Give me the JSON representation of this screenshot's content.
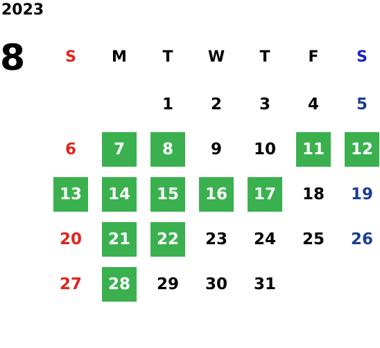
{
  "calendar": {
    "year": "2023",
    "month": "8",
    "weekdays": [
      "S",
      "M",
      "T",
      "W",
      "T",
      "F",
      "S"
    ],
    "weeks": [
      [
        {
          "day": ""
        },
        {
          "day": ""
        },
        {
          "day": "1"
        },
        {
          "day": "2"
        },
        {
          "day": "3"
        },
        {
          "day": "4"
        },
        {
          "day": "5"
        }
      ],
      [
        {
          "day": "6"
        },
        {
          "day": "7",
          "highlighted": true
        },
        {
          "day": "8",
          "highlighted": true
        },
        {
          "day": "9"
        },
        {
          "day": "10"
        },
        {
          "day": "11",
          "highlighted": true
        },
        {
          "day": "12",
          "highlighted": true
        }
      ],
      [
        {
          "day": "13",
          "highlighted": true
        },
        {
          "day": "14",
          "highlighted": true
        },
        {
          "day": "15",
          "highlighted": true
        },
        {
          "day": "16",
          "highlighted": true
        },
        {
          "day": "17",
          "highlighted": true
        },
        {
          "day": "18"
        },
        {
          "day": "19"
        }
      ],
      [
        {
          "day": "20"
        },
        {
          "day": "21",
          "highlighted": true
        },
        {
          "day": "22",
          "highlighted": true
        },
        {
          "day": "23"
        },
        {
          "day": "24"
        },
        {
          "day": "25"
        },
        {
          "day": "26"
        }
      ],
      [
        {
          "day": "27"
        },
        {
          "day": "28",
          "highlighted": true
        },
        {
          "day": "29"
        },
        {
          "day": "30"
        },
        {
          "day": "31"
        },
        {
          "day": ""
        },
        {
          "day": ""
        }
      ]
    ],
    "colors": {
      "highlight": "#3ab14e",
      "sunday": "#e0241c",
      "saturday_header": "#1a22c8",
      "saturday": "#1b3e92"
    }
  }
}
